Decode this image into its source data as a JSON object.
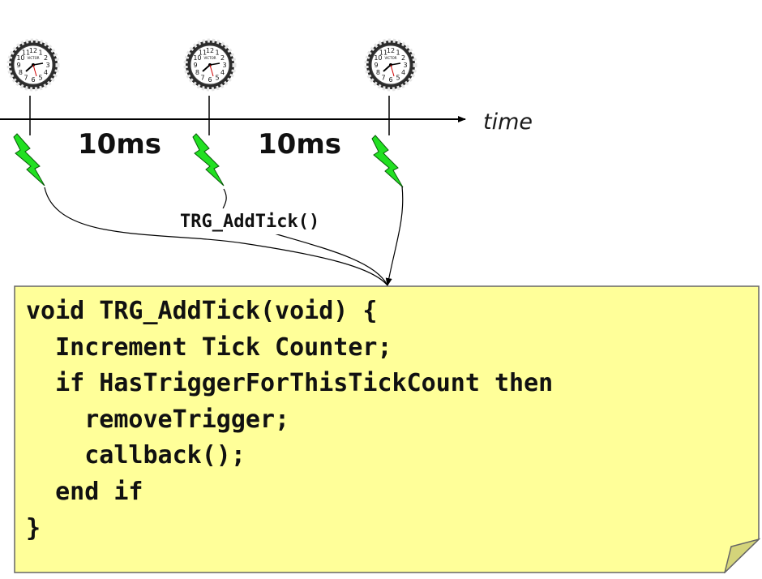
{
  "timeline": {
    "axis_label": "time",
    "intervals": [
      "10ms",
      "10ms"
    ],
    "function_label": "TRG_AddTick()"
  },
  "clock": {
    "numbers": [
      "12",
      "1",
      "2",
      "3",
      "4",
      "5",
      "6",
      "7",
      "8",
      "9",
      "10",
      "11"
    ],
    "brand": "VICTOR"
  },
  "code": {
    "lines": [
      "void TRG_AddTick(void) {",
      "  Increment Tick Counter;",
      "  if HasTriggerForThisTickCount then",
      "    removeTrigger;",
      "    callback();",
      "  end if",
      "}"
    ]
  },
  "colors": {
    "note_fill": "#ffff99",
    "note_border": "#666666",
    "lightning": "#22e022",
    "axis": "#000000"
  }
}
